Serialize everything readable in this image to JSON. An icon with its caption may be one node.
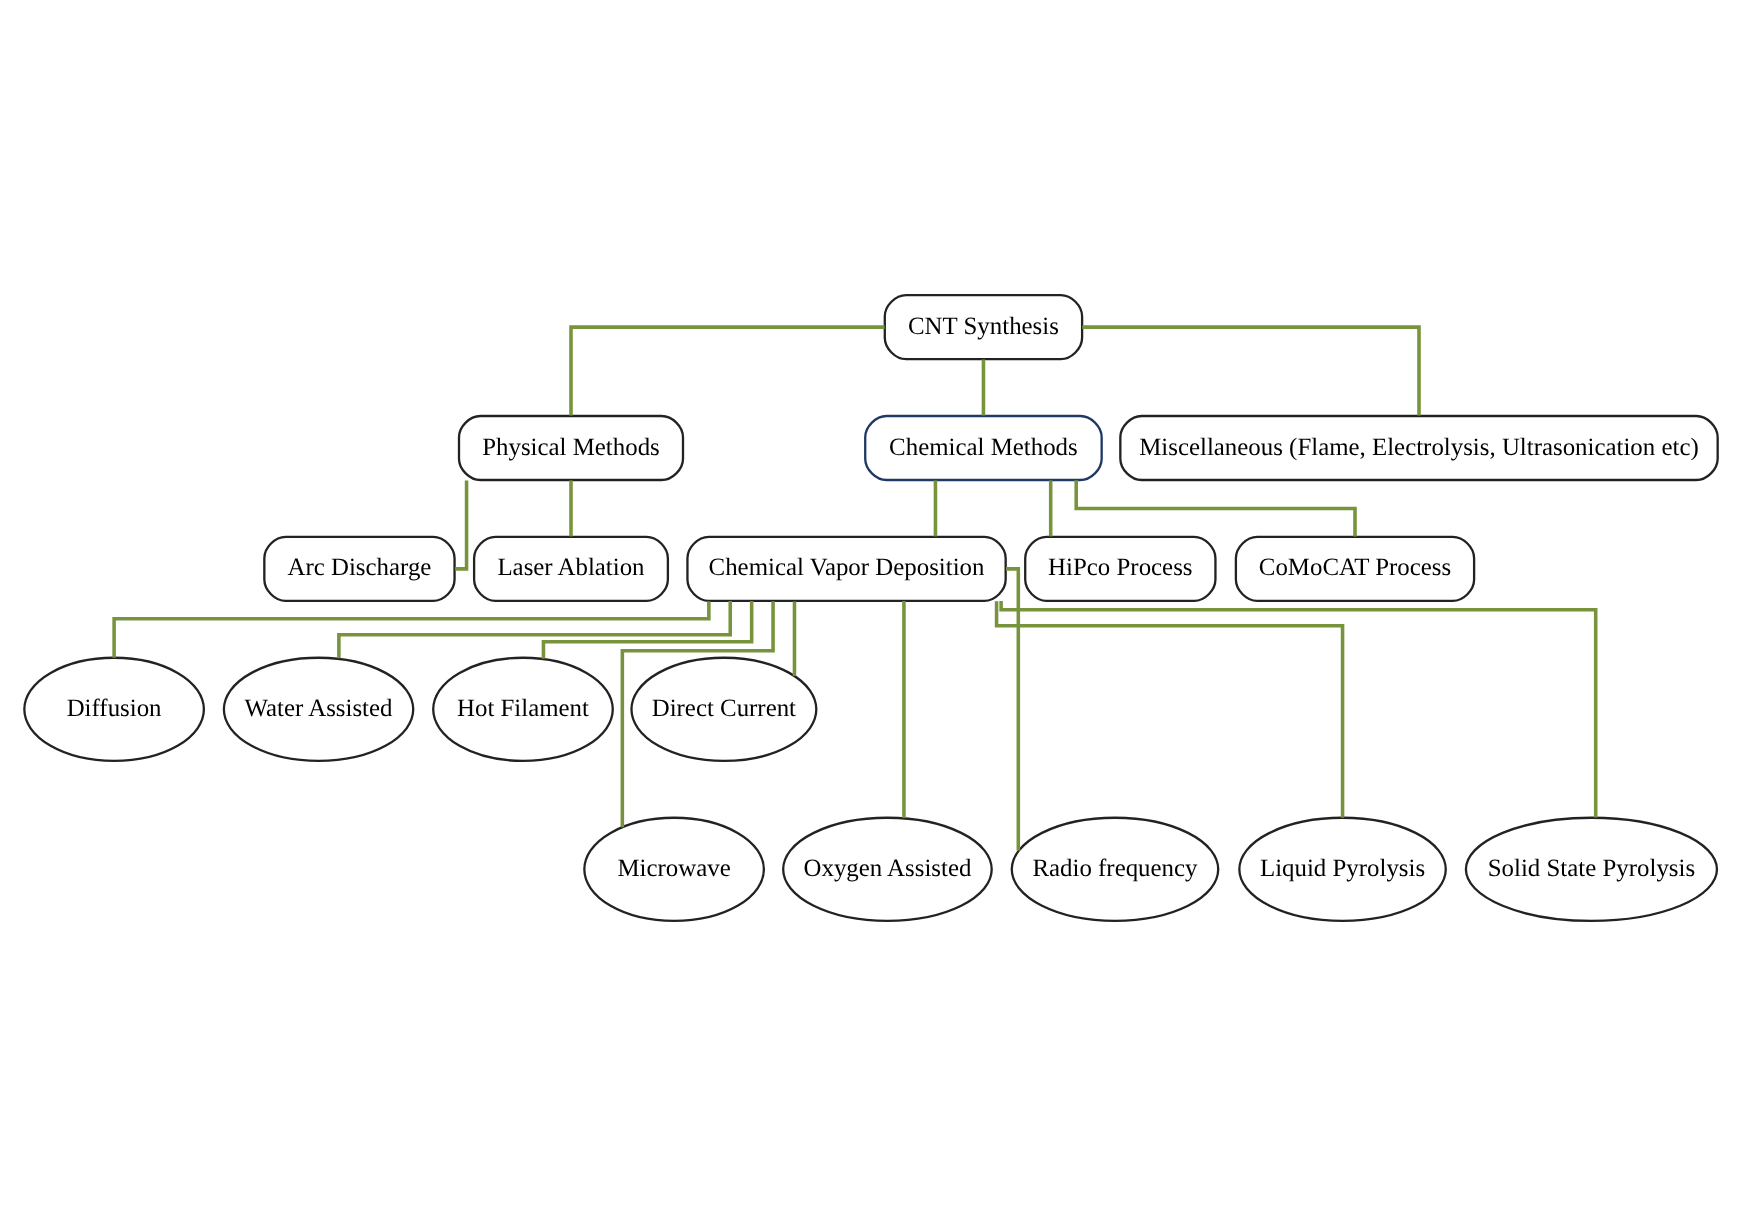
{
  "diagram": {
    "nodes": [
      {
        "text": [
          "CNT Synthesis"
        ]
      },
      {
        "text": [
          "Physical Methods"
        ]
      },
      {
        "text": [
          "Chemical Methods"
        ]
      },
      {
        "text": [
          "Miscellaneous (Flame, Electrolysis, Ultrasonication etc)"
        ]
      },
      {
        "text": [
          "Arc Discharge"
        ]
      },
      {
        "text": [
          "Laser Ablation"
        ]
      },
      {
        "text": [
          "Chemical Vapor Deposition"
        ]
      },
      {
        "text": [
          "HiPco Process"
        ]
      },
      {
        "text": [
          "CoMoCAT Process"
        ]
      },
      {
        "text": [
          "Diffusion"
        ]
      },
      {
        "text": [
          "Water Assisted"
        ]
      },
      {
        "text": [
          "Hot Filament"
        ]
      },
      {
        "text": [
          "Direct Current"
        ]
      },
      {
        "text": [
          "Microwave"
        ]
      },
      {
        "text": [
          "Oxygen Assisted"
        ]
      },
      {
        "text": [
          "Radio frequency"
        ]
      },
      {
        "text": [
          "Liquid Pyrolysis"
        ]
      },
      {
        "text": [
          "Solid State Pyrolysis"
        ]
      }
    ],
    "edges": [
      {
        "from": 0,
        "to": 1,
        "arrow": "none"
      },
      {
        "from": 0,
        "to": 2,
        "arrow": "none"
      },
      {
        "from": 0,
        "to": 3,
        "arrow": "none"
      },
      {
        "from": 1,
        "to": 4,
        "arrow": "none"
      },
      {
        "from": 1,
        "to": 5,
        "arrow": "none"
      },
      {
        "from": 2,
        "to": 6,
        "arrow": "none"
      },
      {
        "from": 2,
        "to": 7,
        "arrow": "none"
      },
      {
        "from": 2,
        "to": 8,
        "arrow": "none"
      },
      {
        "from": 6,
        "to": 13,
        "arrow": "none"
      },
      {
        "from": 6,
        "to": 9,
        "arrow": "none"
      },
      {
        "from": 6,
        "to": 14,
        "arrow": "none"
      },
      {
        "from": 6,
        "to": 10,
        "arrow": "none"
      },
      {
        "from": 6,
        "to": 15,
        "arrow": "none"
      },
      {
        "from": 6,
        "to": 11,
        "arrow": "none"
      },
      {
        "from": 6,
        "to": 16,
        "arrow": "none"
      },
      {
        "from": 6,
        "to": 12,
        "arrow": "none"
      },
      {
        "from": 6,
        "to": 17,
        "arrow": "none"
      }
    ]
  }
}
